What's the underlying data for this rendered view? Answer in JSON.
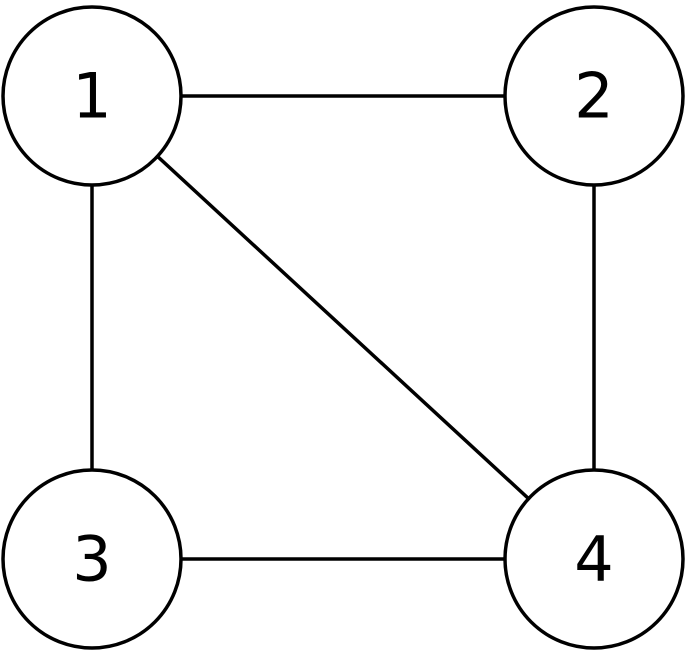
{
  "graph": {
    "nodes": [
      {
        "id": "1",
        "label": "1"
      },
      {
        "id": "2",
        "label": "2"
      },
      {
        "id": "3",
        "label": "3"
      },
      {
        "id": "4",
        "label": "4"
      }
    ],
    "edges": [
      {
        "from": "1",
        "to": "2"
      },
      {
        "from": "1",
        "to": "3"
      },
      {
        "from": "1",
        "to": "4"
      },
      {
        "from": "2",
        "to": "4"
      },
      {
        "from": "3",
        "to": "4"
      }
    ],
    "colors": {
      "stroke": "#000000",
      "fill": "#ffffff",
      "text": "#000000"
    }
  }
}
